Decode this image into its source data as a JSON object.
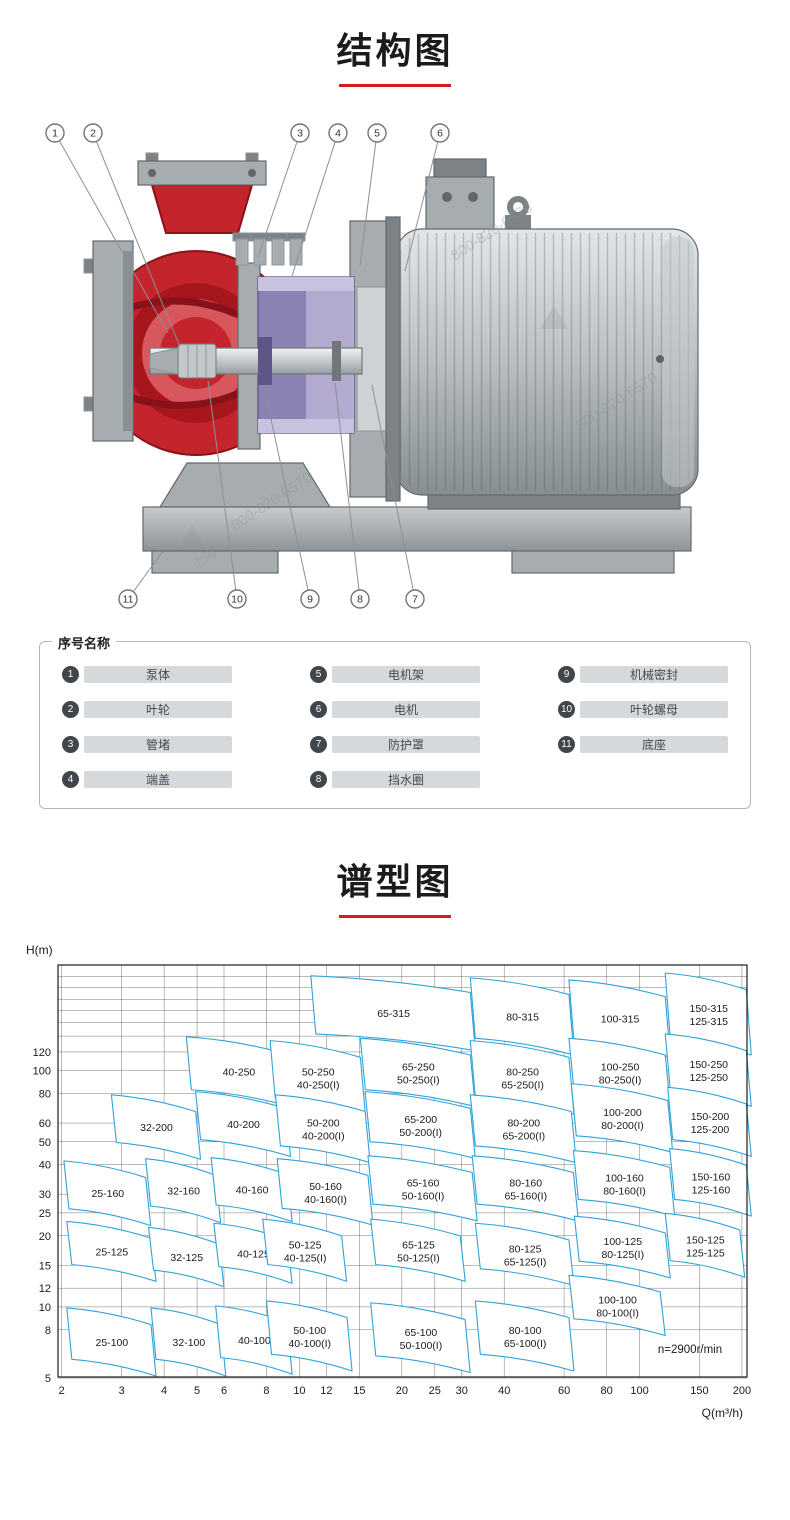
{
  "sections": {
    "structure": {
      "title": "结构图"
    },
    "spectrum": {
      "title": "谱型图"
    }
  },
  "colors": {
    "accent": "#d8191f",
    "pump_red": "#c4252c",
    "pump_red_dark": "#8a1218",
    "pump_purple": "#8b81b2",
    "pump_purple_light": "#b3abcf",
    "steel": "#a6acaf",
    "steel_dark": "#7c8285",
    "outline": "#63696c",
    "region_stroke": "#2fa3d9",
    "grid": "#4a4a4a"
  },
  "diagram": {
    "watermark": {
      "phone": "800-820-6570",
      "brand": "上海"
    },
    "callouts_top": [
      "1",
      "2",
      "3",
      "4",
      "5",
      "6"
    ],
    "callouts_bottom": [
      "11",
      "10",
      "9",
      "8",
      "7"
    ],
    "legend": {
      "title": "序号名称",
      "columns": [
        [
          {
            "num": "1",
            "label": "泵体"
          },
          {
            "num": "2",
            "label": "叶轮"
          },
          {
            "num": "3",
            "label": "管堵"
          },
          {
            "num": "4",
            "label": "端盖"
          }
        ],
        [
          {
            "num": "5",
            "label": "电机架"
          },
          {
            "num": "6",
            "label": "电机"
          },
          {
            "num": "7",
            "label": "防护罩"
          },
          {
            "num": "8",
            "label": "挡水圈"
          }
        ],
        [
          {
            "num": "9",
            "label": "机械密封"
          },
          {
            "num": "10",
            "label": "叶轮螺母"
          },
          {
            "num": "11",
            "label": "底座"
          }
        ]
      ]
    }
  },
  "chart_data": {
    "type": "area",
    "title": "谱型图",
    "xlabel": "Q(m³/h)",
    "ylabel": "H(m)",
    "x_scale": "log",
    "y_scale": "log",
    "xlim": [
      1.95,
      207
    ],
    "ylim": [
      5.05,
      280
    ],
    "x_ticks": [
      2,
      3,
      4,
      5,
      6,
      8,
      10,
      12,
      15,
      20,
      25,
      30,
      40,
      60,
      80,
      100,
      150,
      200
    ],
    "y_ticks": [
      5,
      8,
      10,
      12,
      15,
      20,
      25,
      30,
      40,
      50,
      60,
      80,
      100,
      120
    ],
    "extra_gridlines": [
      140,
      160,
      180,
      200,
      225,
      250
    ],
    "grid": true,
    "tilt": 0.85,
    "annotation": "n=2900r/min",
    "regions": [
      {
        "labels": [
          "65-315"
        ],
        "q": [
          10.8,
          31.8
        ],
        "h": [
          143,
          252
        ]
      },
      {
        "labels": [
          "80-315"
        ],
        "q": [
          31.8,
          62
        ],
        "h": [
          137,
          247
        ]
      },
      {
        "labels": [
          "100-315"
        ],
        "q": [
          62,
          119
        ],
        "h": [
          134,
          242
        ]
      },
      {
        "labels": [
          "150-315",
          "125-315"
        ],
        "q": [
          119,
          206
        ],
        "h": [
          137,
          259
        ]
      },
      {
        "labels": [
          "40-250"
        ],
        "q": [
          4.65,
          9.1
        ],
        "h": [
          83,
          139
        ]
      },
      {
        "labels": [
          "50-250",
          "40-250(I)"
        ],
        "q": [
          8.2,
          15.1
        ],
        "h": [
          77,
          134
        ]
      },
      {
        "labels": [
          "65-250",
          "50-250(I)"
        ],
        "q": [
          15.1,
          31.8
        ],
        "h": [
          83,
          137
        ]
      },
      {
        "labels": [
          "80-250",
          "65-250(I)"
        ],
        "q": [
          31.8,
          62
        ],
        "h": [
          77,
          134
        ]
      },
      {
        "labels": [
          "100-250",
          "80-250(I)"
        ],
        "q": [
          62,
          119
        ],
        "h": [
          83,
          137
        ]
      },
      {
        "labels": [
          "150-250",
          "125-250"
        ],
        "q": [
          119,
          206
        ],
        "h": [
          83,
          143
        ]
      },
      {
        "labels": [
          "32-200"
        ],
        "q": [
          2.8,
          4.95
        ],
        "h": [
          49.6,
          79
        ]
      },
      {
        "labels": [
          "40-200"
        ],
        "q": [
          4.95,
          9.1
        ],
        "h": [
          51,
          81.5
        ]
      },
      {
        "labels": [
          "50-200",
          "40-200(I)"
        ],
        "q": [
          8.5,
          15.6
        ],
        "h": [
          48,
          79
        ]
      },
      {
        "labels": [
          "65-200",
          "50-200(I)"
        ],
        "q": [
          15.6,
          31.8
        ],
        "h": [
          50,
          81.5
        ]
      },
      {
        "labels": [
          "80-200",
          "65-200(I)"
        ],
        "q": [
          31.8,
          63
        ],
        "h": [
          48,
          79
        ]
      },
      {
        "labels": [
          "100-200",
          "80-200(I)"
        ],
        "q": [
          63,
          121
        ],
        "h": [
          53,
          88
        ]
      },
      {
        "labels": [
          "150-200",
          "125-200"
        ],
        "q": [
          121,
          206
        ],
        "h": [
          51,
          85
        ]
      },
      {
        "labels": [
          "25-160"
        ],
        "q": [
          2.03,
          3.53
        ],
        "h": [
          26,
          41.5
        ]
      },
      {
        "labels": [
          "32-160"
        ],
        "q": [
          3.53,
          5.67
        ],
        "h": [
          26.7,
          42.4
        ]
      },
      {
        "labels": [
          "40-160"
        ],
        "q": [
          5.5,
          9.2
        ],
        "h": [
          27,
          42.8
        ]
      },
      {
        "labels": [
          "50-160",
          "40-160(I)"
        ],
        "q": [
          8.6,
          15.9
        ],
        "h": [
          26.1,
          42.4
        ]
      },
      {
        "labels": [
          "65-160",
          "50-160(I)"
        ],
        "q": [
          15.9,
          32.2
        ],
        "h": [
          27.2,
          43.6
        ]
      },
      {
        "labels": [
          "80-160",
          "65-160(I)"
        ],
        "q": [
          32.2,
          63.9
        ],
        "h": [
          27.2,
          43.6
        ]
      },
      {
        "labels": [
          "100-160",
          "80-160(I)"
        ],
        "q": [
          63.9,
          122.6
        ],
        "h": [
          28.5,
          45.9
        ]
      },
      {
        "labels": [
          "150-160",
          "125-160"
        ],
        "q": [
          122.6,
          206
        ],
        "h": [
          28.5,
          46.8
        ]
      },
      {
        "labels": [
          "25-125"
        ],
        "q": [
          2.07,
          3.66
        ],
        "h": [
          15.1,
          23
        ]
      },
      {
        "labels": [
          "32-125"
        ],
        "q": [
          3.6,
          5.8
        ],
        "h": [
          14.3,
          21.7
        ]
      },
      {
        "labels": [
          "40-125"
        ],
        "q": [
          5.6,
          9.2
        ],
        "h": [
          14.8,
          22.6
        ]
      },
      {
        "labels": [
          "50-125",
          "40-125(I)"
        ],
        "q": [
          7.8,
          13.3
        ],
        "h": [
          15.1,
          23.5
        ]
      },
      {
        "labels": [
          "65-125",
          "50-125(I)"
        ],
        "q": [
          16.2,
          29.7
        ],
        "h": [
          15.1,
          23.5
        ]
      },
      {
        "labels": [
          "80-125",
          "65-125(I)"
        ],
        "q": [
          32.9,
          62
        ],
        "h": [
          14.5,
          22.6
        ]
      },
      {
        "labels": [
          "100-125",
          "80-125(I)"
        ],
        "q": [
          64.3,
          119
        ],
        "h": [
          15.6,
          24.2
        ]
      },
      {
        "labels": [
          "150-125",
          "125-125"
        ],
        "q": [
          119,
          197
        ],
        "h": [
          15.7,
          24.9
        ]
      },
      {
        "labels": [
          "25-100"
        ],
        "q": [
          2.07,
          3.66
        ],
        "h": [
          6,
          9.9
        ]
      },
      {
        "labels": [
          "32-100"
        ],
        "q": [
          3.66,
          5.87
        ],
        "h": [
          6,
          9.9
        ]
      },
      {
        "labels": [
          "40-100"
        ],
        "q": [
          5.67,
          9.2
        ],
        "h": [
          6.1,
          10.1
        ]
      },
      {
        "labels": [
          "50-100",
          "40-100(I)"
        ],
        "q": [
          8,
          13.8
        ],
        "h": [
          6.3,
          10.6
        ]
      },
      {
        "labels": [
          "65-100",
          "50-100(I)"
        ],
        "q": [
          16.2,
          30.7
        ],
        "h": [
          6.2,
          10.4
        ]
      },
      {
        "labels": [
          "80-100",
          "65-100(I)"
        ],
        "q": [
          32.9,
          62
        ],
        "h": [
          6.3,
          10.6
        ]
      },
      {
        "labels": [
          "100-100",
          "80-100(I)"
        ],
        "q": [
          62,
          115
        ],
        "h": [
          8.9,
          13.6
        ]
      }
    ]
  }
}
